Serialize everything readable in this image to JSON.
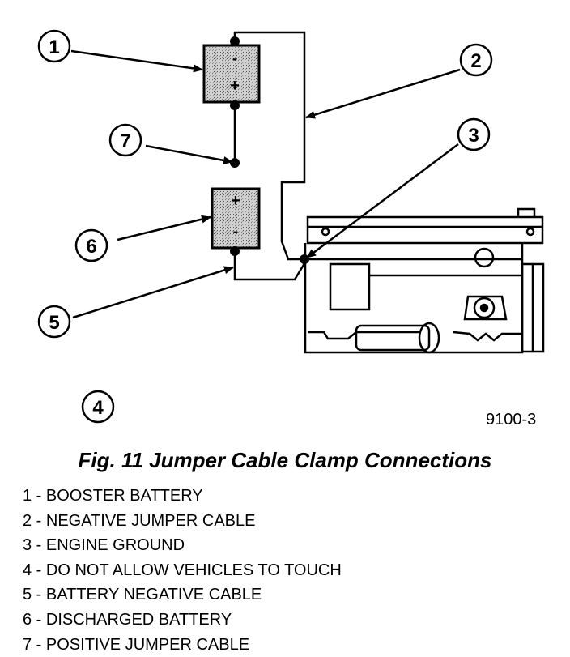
{
  "figure": {
    "code": "9100-3",
    "caption": "Fig. 11 Jumper Cable Clamp Connections"
  },
  "callouts": [
    "1",
    "2",
    "3",
    "4",
    "5",
    "6",
    "7"
  ],
  "batteries": {
    "booster": {
      "top_terminal": "-",
      "bottom_terminal": "+"
    },
    "discharged": {
      "top_terminal": "+",
      "bottom_terminal": "-"
    }
  },
  "legend": [
    "1 - BOOSTER BATTERY",
    "2 - NEGATIVE JUMPER CABLE",
    "3 - ENGINE GROUND",
    "4 - DO NOT ALLOW VEHICLES TO TOUCH",
    "5 - BATTERY NEGATIVE CABLE",
    "6 - DISCHARGED BATTERY",
    "7 - POSITIVE JUMPER CABLE"
  ]
}
